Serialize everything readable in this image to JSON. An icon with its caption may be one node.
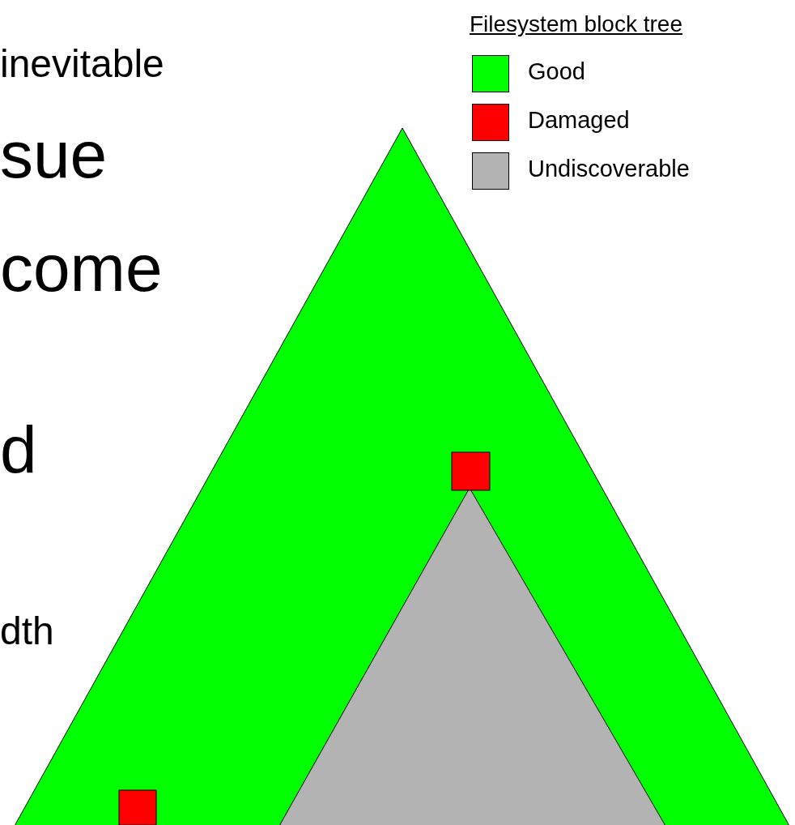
{
  "diagram": {
    "labels": [
      "Filesystem block tree",
      "inevitable",
      "sue",
      "come",
      "d",
      "dth"
    ],
    "legend": [
      {
        "text": "Good",
        "color": "#00ff00"
      },
      {
        "text": "Damaged",
        "color": "#ff0000"
      },
      {
        "text": "Undiscoverable",
        "color": "#b3b3b3"
      }
    ]
  }
}
